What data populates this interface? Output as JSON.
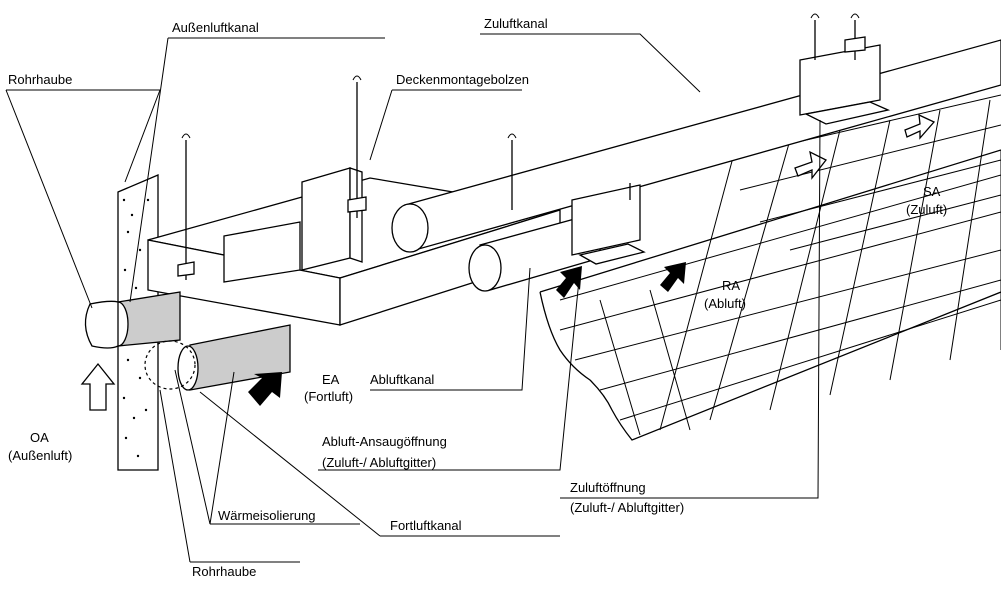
{
  "labels": {
    "zuluftkanal_top": "Zuluftkanal",
    "aussenluftkanal": "Außenluftkanal",
    "rohrhaube_top": "Rohrhaube",
    "deckenmontagebolzen": "Deckenmontagebolzen",
    "sa_code": "SA",
    "sa_desc": "(Zuluft)",
    "ra_code": "RA",
    "ra_desc": "(Abluft)",
    "ea_code": "EA",
    "ea_desc": "(Fortluft)",
    "abluftkanal": "Abluftkanal",
    "oa_code": "OA",
    "oa_desc": "(Außenluft)",
    "abluft_ansaug": "Abluft-Ansaugöffnung",
    "abluft_ansaug_sub": "(Zuluft-/ Abluftgitter)",
    "zuluftoeffnung": "Zuluftöffnung",
    "zuluftoeffnung_sub": "(Zuluft-/ Abluftgitter)",
    "waermeisolierung": "Wärmeisolierung",
    "fortluftkanal": "Fortluftkanal",
    "rohrhaube_bottom": "Rohrhaube"
  },
  "colors": {
    "line": "#000000",
    "insulation": "#cccccc",
    "wall_fill": "#ffffff"
  }
}
